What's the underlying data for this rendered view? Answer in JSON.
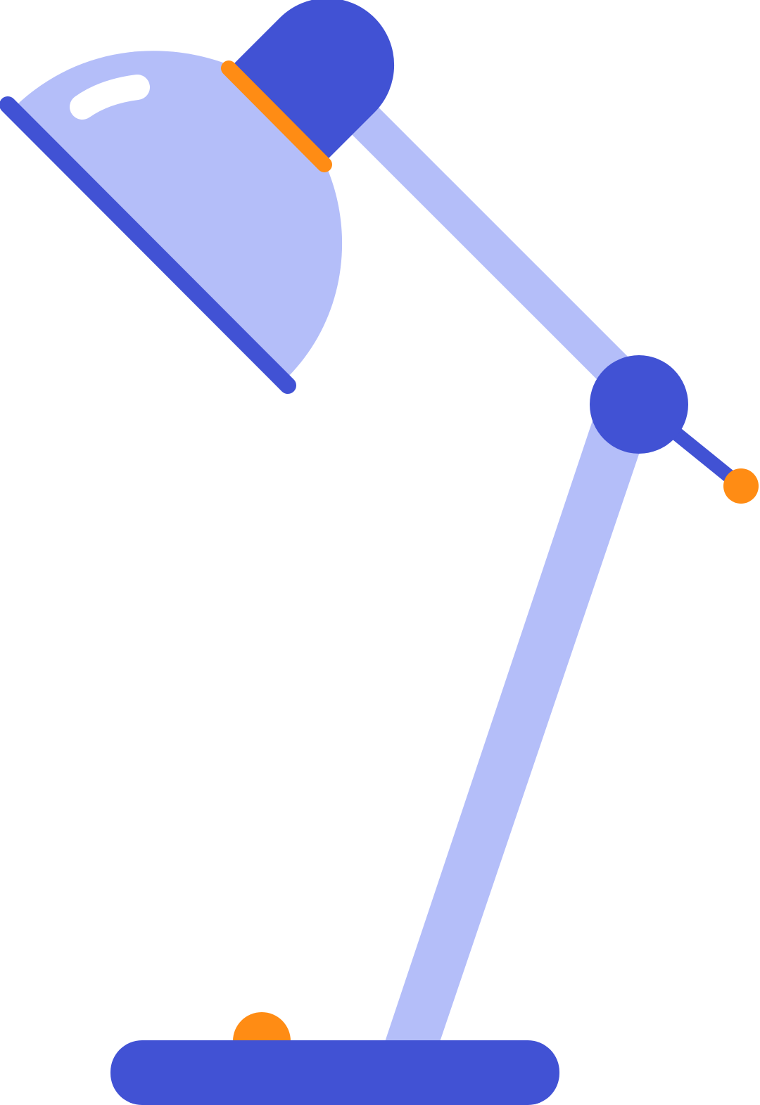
{
  "illustration": {
    "subject": "desk-lamp",
    "colors": {
      "primary_blue": "#4152D4",
      "light_blue": "#B4BEF9",
      "accent_orange": "#FF8C14",
      "highlight_white": "#FFFFFF",
      "background": "#FFFFFF"
    },
    "parts": [
      "lamp-shade",
      "shade-rim",
      "shade-highlight",
      "head-cap",
      "head-hinge-strip",
      "upper-arm",
      "elbow-joint",
      "counterweight-rod",
      "counterweight-knob",
      "lower-arm",
      "base",
      "power-button"
    ]
  }
}
